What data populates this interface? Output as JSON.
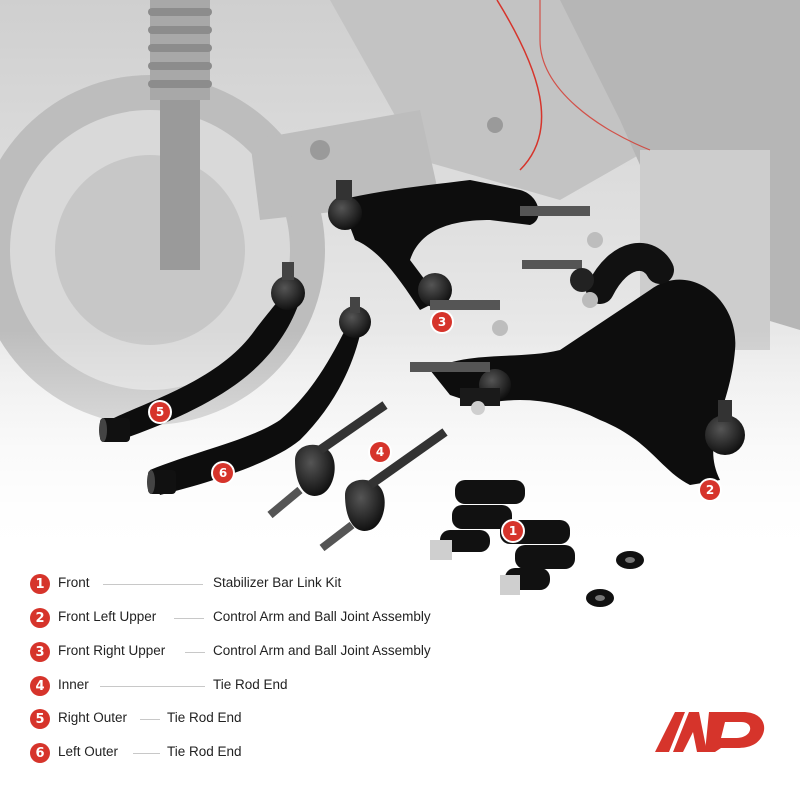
{
  "items": [
    {
      "num": "1",
      "position": "Front",
      "description": "Stabilizer Bar Link Kit"
    },
    {
      "num": "2",
      "position": "Front Left Upper",
      "description": "Control Arm and Ball Joint Assembly"
    },
    {
      "num": "3",
      "position": "Front Right Upper",
      "description": "Control Arm and Ball Joint Assembly"
    },
    {
      "num": "4",
      "position": "Inner",
      "description": "Tie Rod End"
    },
    {
      "num": "5",
      "position": "Right Outer",
      "description": "Tie Rod End"
    },
    {
      "num": "6",
      "position": "Left Outer",
      "description": "Tie Rod End"
    }
  ],
  "colors": {
    "accent": "#d6342b",
    "text": "#222222",
    "part": "#111111"
  },
  "logo": {
    "text": "AP",
    "icon": "ap-logo-icon"
  }
}
